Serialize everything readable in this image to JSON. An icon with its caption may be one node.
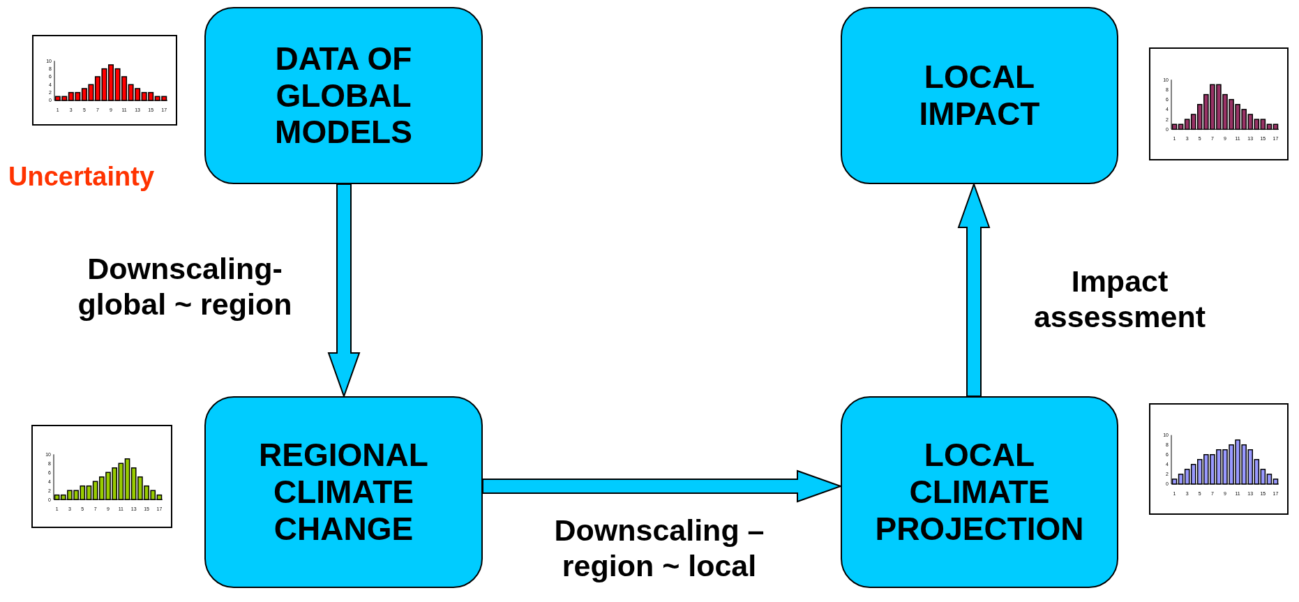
{
  "diagram": {
    "nodes": [
      {
        "text": [
          "DATA OF GLOBAL MODELS"
        ]
      },
      {
        "text": [
          "LOCAL IMPACT"
        ]
      },
      {
        "text": [
          "REGIONAL CLIMATE CHANGE"
        ]
      },
      {
        "text": [
          "LOCAL CLIMATE PROJECTION"
        ]
      }
    ],
    "edges": [
      {
        "from": 0,
        "to": 2,
        "arrow": "to",
        "label": "Downscaling- global ~ region"
      },
      {
        "from": 2,
        "to": 3,
        "arrow": "to",
        "label": "Downscaling – region ~ local"
      },
      {
        "from": 3,
        "to": 1,
        "arrow": "to",
        "label": "Impact assessment"
      }
    ],
    "labels": [
      "Uncertainty"
    ],
    "chart_data": [
      {
        "type": "bar",
        "x": [
          1,
          2,
          3,
          4,
          5,
          6,
          7,
          8,
          9,
          10,
          11,
          12,
          13,
          14,
          15,
          16,
          17
        ],
        "xticks": [
          1,
          3,
          5,
          7,
          9,
          11,
          13,
          15,
          17
        ],
        "yticks": [
          0,
          2,
          4,
          6,
          8,
          10
        ],
        "ylim": [
          0,
          10
        ],
        "xlim": [
          0.5,
          17.5
        ],
        "series": [
          {
            "color": "#ff0000",
            "values": [
              1,
              1,
              2,
              2,
              3,
              4,
              6,
              8,
              9,
              8,
              6,
              4,
              3,
              2,
              2,
              1,
              1
            ]
          }
        ]
      },
      {
        "type": "bar",
        "x": [
          1,
          2,
          3,
          4,
          5,
          6,
          7,
          8,
          9,
          10,
          11,
          12,
          13,
          14,
          15,
          16,
          17
        ],
        "xticks": [
          1,
          3,
          5,
          7,
          9,
          11,
          13,
          15,
          17
        ],
        "yticks": [
          0,
          2,
          4,
          6,
          8,
          10
        ],
        "ylim": [
          0,
          10
        ],
        "xlim": [
          0.5,
          17.5
        ],
        "series": [
          {
            "color": "#99cc00",
            "values": [
              1,
              1,
              2,
              2,
              3,
              3,
              4,
              5,
              6,
              7,
              8,
              9,
              7,
              5,
              3,
              2,
              1
            ]
          }
        ]
      },
      {
        "type": "bar",
        "x": [
          1,
          2,
          3,
          4,
          5,
          6,
          7,
          8,
          9,
          10,
          11,
          12,
          13,
          14,
          15,
          16,
          17
        ],
        "xticks": [
          1,
          3,
          5,
          7,
          9,
          11,
          13,
          15,
          17
        ],
        "yticks": [
          0,
          2,
          4,
          6,
          8,
          10
        ],
        "ylim": [
          0,
          10
        ],
        "xlim": [
          0.5,
          17.5
        ],
        "series": [
          {
            "color": "#993366",
            "values": [
              1,
              1,
              2,
              3,
              5,
              7,
              9,
              9,
              7,
              6,
              5,
              4,
              3,
              2,
              2,
              1,
              1
            ]
          }
        ]
      },
      {
        "type": "bar",
        "x": [
          1,
          2,
          3,
          4,
          5,
          6,
          7,
          8,
          9,
          10,
          11,
          12,
          13,
          14,
          15,
          16,
          17
        ],
        "xticks": [
          1,
          3,
          5,
          7,
          9,
          11,
          13,
          15,
          17
        ],
        "yticks": [
          0,
          2,
          4,
          6,
          8,
          10
        ],
        "ylim": [
          0,
          10
        ],
        "xlim": [
          0.5,
          17.5
        ],
        "series": [
          {
            "color": "#9999ff",
            "values": [
              1,
              2,
              3,
              4,
              5,
              6,
              6,
              7,
              7,
              8,
              9,
              8,
              7,
              5,
              3,
              2,
              1
            ]
          }
        ]
      }
    ]
  }
}
